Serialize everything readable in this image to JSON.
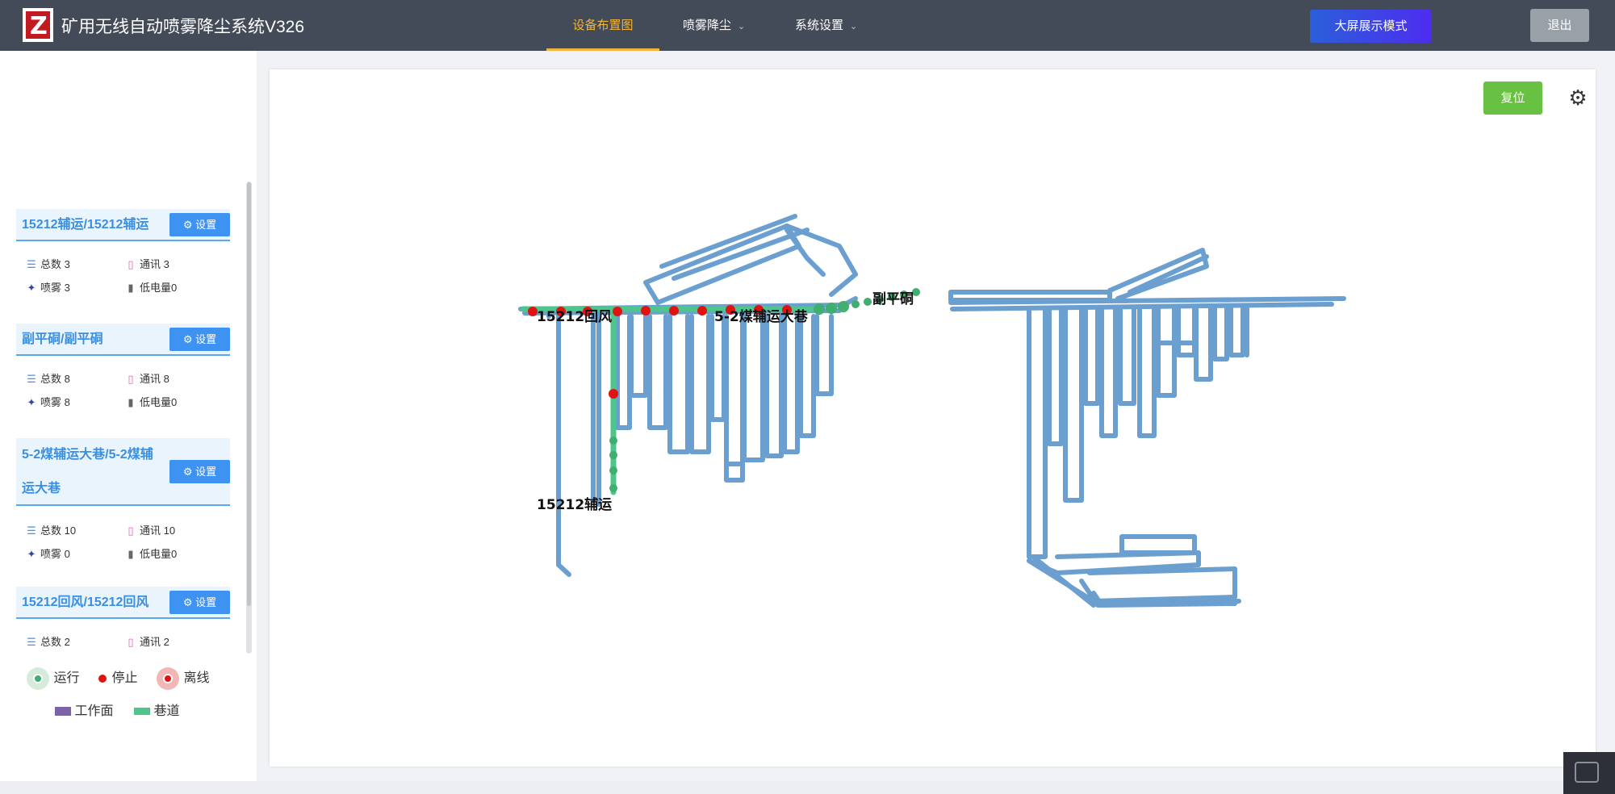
{
  "header": {
    "app_title": "矿用无线自动喷雾降尘系统V326",
    "nav": [
      {
        "label": "设备布置图",
        "active": true
      },
      {
        "label": "喷雾降尘",
        "has_dropdown": true
      },
      {
        "label": "系统设置",
        "has_dropdown": true
      }
    ],
    "bigscreen_label": "大屏展示模式",
    "exit_label": "退出"
  },
  "sidebar": {
    "groups": [
      {
        "title": "15212辅运/15212辅运",
        "set_label": "设置",
        "stats": {
          "total_label": "总数",
          "total": "3",
          "comm_label": "通讯",
          "comm": "3",
          "spray_label": "喷雾",
          "spray": "3",
          "lowbat_label": "低电量",
          "lowbat": "0"
        }
      },
      {
        "title": "副平硐/副平硐",
        "set_label": "设置",
        "stats": {
          "total_label": "总数",
          "total": "8",
          "comm_label": "通讯",
          "comm": "8",
          "spray_label": "喷雾",
          "spray": "8",
          "lowbat_label": "低电量",
          "lowbat": "0"
        }
      },
      {
        "title": "5-2煤辅运大巷/5-2煤辅运大巷",
        "set_label": "设置",
        "stats": {
          "total_label": "总数",
          "total": "10",
          "comm_label": "通讯",
          "comm": "10",
          "spray_label": "喷雾",
          "spray": "0",
          "lowbat_label": "低电量",
          "lowbat": "0"
        }
      },
      {
        "title": "15212回风/15212回风",
        "set_label": "设置",
        "stats": {
          "total_label": "总数",
          "total": "2",
          "comm_label": "通讯",
          "comm": "2"
        }
      }
    ],
    "legend": {
      "running": "运行",
      "stopped": "停止",
      "offline": "离线",
      "workface": "工作面",
      "roadway": "巷道",
      "colors": {
        "running": "#3fae6e",
        "stopped": "#e01313",
        "offline": "#e01313",
        "workface": "#7b63a8",
        "roadway": "#4dc58d"
      }
    }
  },
  "main": {
    "reset_label": "复位",
    "settings_icon": "gear-icon",
    "map_labels": {
      "return_air": "15212回风",
      "coal_main": "5-2煤辅运大巷",
      "adit": "副平硐",
      "aux_transport": "15212辅运"
    }
  }
}
